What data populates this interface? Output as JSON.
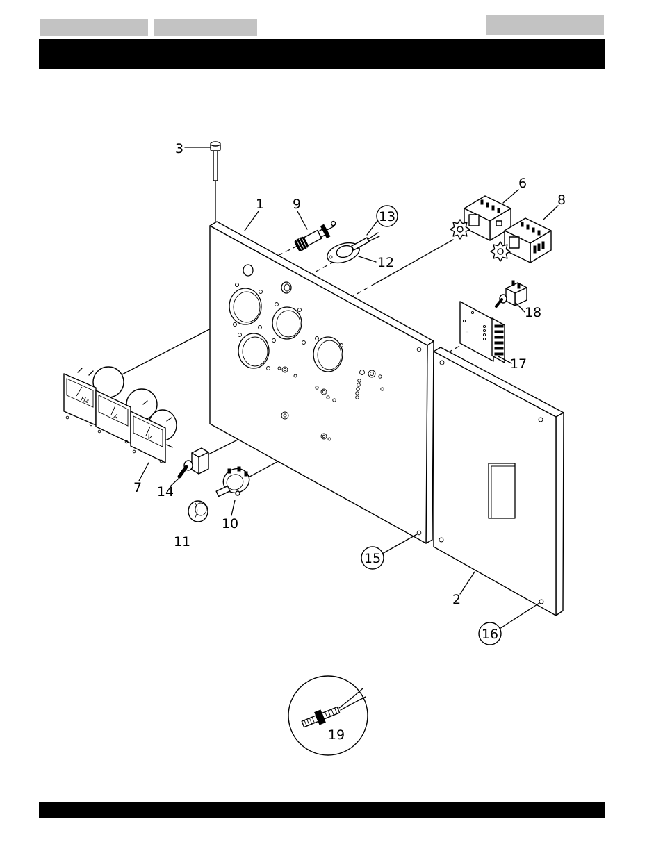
{
  "colors": {
    "header_tab": "#c3c3c3",
    "bar": "#000000",
    "ink": "#000000",
    "paper": "#ffffff"
  },
  "callouts": {
    "p1": "1",
    "p2": "2",
    "p3": "3",
    "p6": "6",
    "p7": "7",
    "p8": "8",
    "p9": "9",
    "p10": "10",
    "p11": "11",
    "p12": "12",
    "p13": "13",
    "p14": "14",
    "p15": "15",
    "p16": "16",
    "p17": "17",
    "p18": "18",
    "p19": "19"
  },
  "meter_faces": [
    "Hz",
    "A",
    "V"
  ]
}
